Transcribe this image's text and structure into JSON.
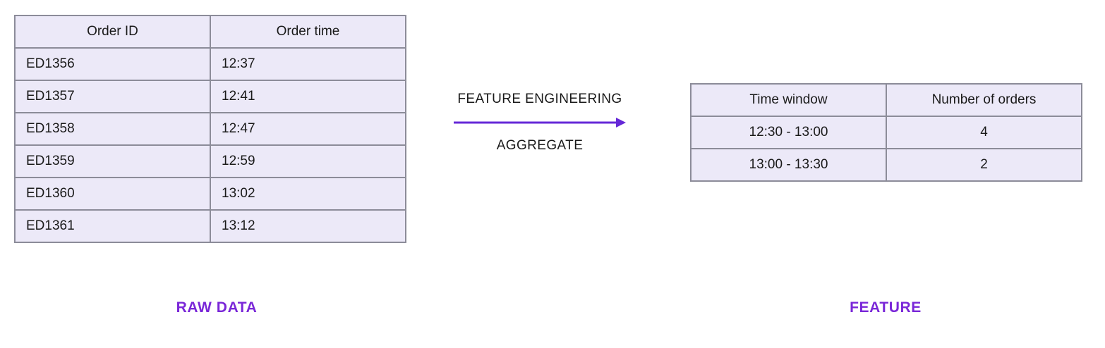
{
  "accent_color": "#6528d7",
  "caption_color": "#7a27d8",
  "cell_fill_color": "#ece9f8",
  "border_color": "#8c8c99",
  "raw_table": {
    "headers": [
      "Order ID",
      "Order time"
    ],
    "rows": [
      [
        "ED1356",
        "12:37"
      ],
      [
        "ED1357",
        "12:41"
      ],
      [
        "ED1358",
        "12:47"
      ],
      [
        "ED1359",
        "12:59"
      ],
      [
        "ED1360",
        "13:02"
      ],
      [
        "ED1361",
        "13:12"
      ]
    ]
  },
  "transform": {
    "top_label": "FEATURE ENGINEERING",
    "bottom_label": "AGGREGATE",
    "arrow_icon": "arrow-right-icon"
  },
  "feature_table": {
    "headers": [
      "Time window",
      "Number of orders"
    ],
    "rows": [
      [
        "12:30 - 13:00",
        "4"
      ],
      [
        "13:00 - 13:30",
        "2"
      ]
    ]
  },
  "captions": {
    "left": "RAW DATA",
    "right": "FEATURE"
  }
}
